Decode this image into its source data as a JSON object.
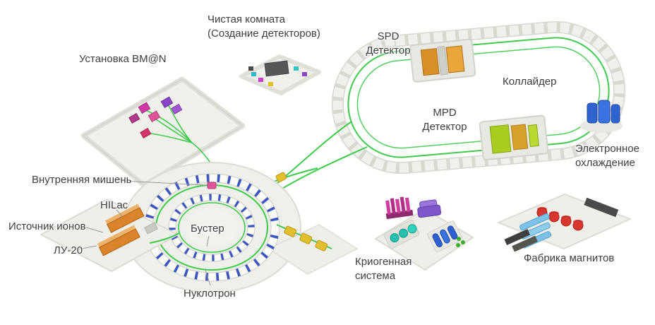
{
  "labels": {
    "bman": "Установка BM@N",
    "clean_room": "Чистая комната\n(Создание детекторов)",
    "spd": "SPD\nДетектор",
    "collider": "Коллайдер",
    "mpd": "MPD\nДетектор",
    "electron_cooling": "Электронное\nохлаждение",
    "internal_target": "Внутренняя мишень",
    "hilac": "HILac",
    "ion_source": "Источник ионов",
    "lu20": "ЛУ-20",
    "booster": "Бустер",
    "nuclotron": "Нуклотрон",
    "cryo": "Криогенная\nсистема",
    "magnet_factory": "Фабрика магнитов"
  },
  "colors": {
    "beam_green": "#3fca4d",
    "magnet_blue": "#3b55c4",
    "linac_orange": "#d9832b",
    "spd_orange": "#d78f28",
    "mpd_green": "#a8cc1f",
    "cooling_blue": "#2f63cf",
    "cryo_teal": "#25bfae",
    "factory_red": "#d8372f",
    "factory_blue": "#7cc1e8",
    "target_pink": "#e0559a",
    "structure_gray": "#efefe9"
  }
}
